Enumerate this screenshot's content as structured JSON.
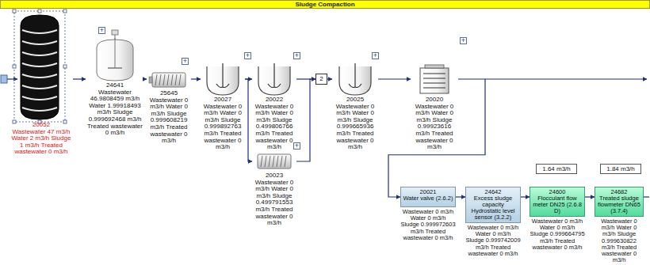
{
  "diagram": {
    "title": "Sludge Compaction",
    "nodes": [
      {
        "text": [
          "20052",
          "Wastewater 47 m3/h Water 2 m3/h Sludge 1 m3/h Treated wastewater 0 m3/h"
        ]
      },
      {
        "text": [
          "24641",
          "Wastewater 46.9808459 m3/h Water 1.99918493 m3/h Sludge 0.999692468 m3/h Treated wastewater 0 m3/h"
        ]
      },
      {
        "text": [
          "25645",
          "Wastewater 0 m3/h Water 0 m3/h Sludge 0.999608219 m3/h Treated wastewater 0 m3/h"
        ]
      },
      {
        "text": [
          "20027",
          "Wastewater 0 m3/h Water 0 m3/h Sludge 0.999892763 m3/h Treated wastewater 0 m3/h"
        ]
      },
      {
        "text": [
          "20022",
          "Wastewater 0 m3/h Water 0 m3/h Sludge 0.499806766 m3/h Treated wastewater 0 m3/h"
        ]
      },
      {
        "text": [
          "20023",
          "Wastewater 0 m3/h Water 0 m3/h Sludge 0.499791553 m3/h Treated wastewater 0 m3/h"
        ]
      },
      {
        "text": [
          "2"
        ]
      },
      {
        "text": [
          "20025",
          "Wastewater 0 m3/h Water 0 m3/h Sludge 0.999665936 m3/h Treated wastewater 0 m3/h"
        ]
      },
      {
        "text": [
          "20020",
          "Wastewater 0 m3/h Water 0 m3/h Sludge 0.99923616 m3/h Treated wastewater 0 m3/h"
        ]
      },
      {
        "text": [
          "20021",
          "Water valve (2.6.2)",
          "Wastewater 0 m3/h Water 0 m3/h Sludge 0.999972603 m3/h Treated wastewater 0 m3/h"
        ]
      },
      {
        "text": [
          "24642",
          "Excess sludge capacity Hydrostatic level sensor (3.2.2)",
          "Wastewater 0 m3/h Water 0 m3/h Sludge 0.999742009 m3/h Treated wastewater 0 m3/h"
        ]
      },
      {
        "text": [
          "24600",
          "Flocculant flow meter DN25 (2.6.8 D)",
          "Wastewater 0 m3/h Water 0 m3/h Sludge 0.999664795 m3/h Treated wastewater 0 m3/h"
        ]
      },
      {
        "text": [
          "24682",
          "Treated sludge flowmeter DN65 (3.7.4)",
          "Wastewater 0 m3/h Water 0 m3/h Sludge 0.999630822 m3/h Treated wastewater 0 m3/h"
        ]
      }
    ],
    "edges": [
      {
        "from": 0,
        "to": 1,
        "arrow": "to"
      },
      {
        "from": 1,
        "to": 2,
        "arrow": "to"
      },
      {
        "from": 2,
        "to": 3,
        "arrow": "to"
      },
      {
        "from": 3,
        "to": 4,
        "arrow": "to"
      },
      {
        "from": 3,
        "to": 5,
        "arrow": "to"
      },
      {
        "from": 4,
        "to": 6,
        "arrow": "to"
      },
      {
        "from": 5,
        "to": 6,
        "arrow": "to"
      },
      {
        "from": 6,
        "to": 7,
        "arrow": "to"
      },
      {
        "from": 7,
        "to": 8,
        "arrow": "to"
      },
      {
        "from": 8,
        "to": 9,
        "arrow": "to"
      },
      {
        "from": 9,
        "to": 10,
        "arrow": "to"
      },
      {
        "from": 10,
        "to": 11,
        "arrow": "to"
      },
      {
        "from": 11,
        "to": 12,
        "arrow": "to"
      }
    ],
    "labels": [
      "1.64 m3/h",
      "1.84 m3/h",
      "+",
      "+",
      "+",
      "+",
      "+",
      "+",
      "+"
    ]
  }
}
